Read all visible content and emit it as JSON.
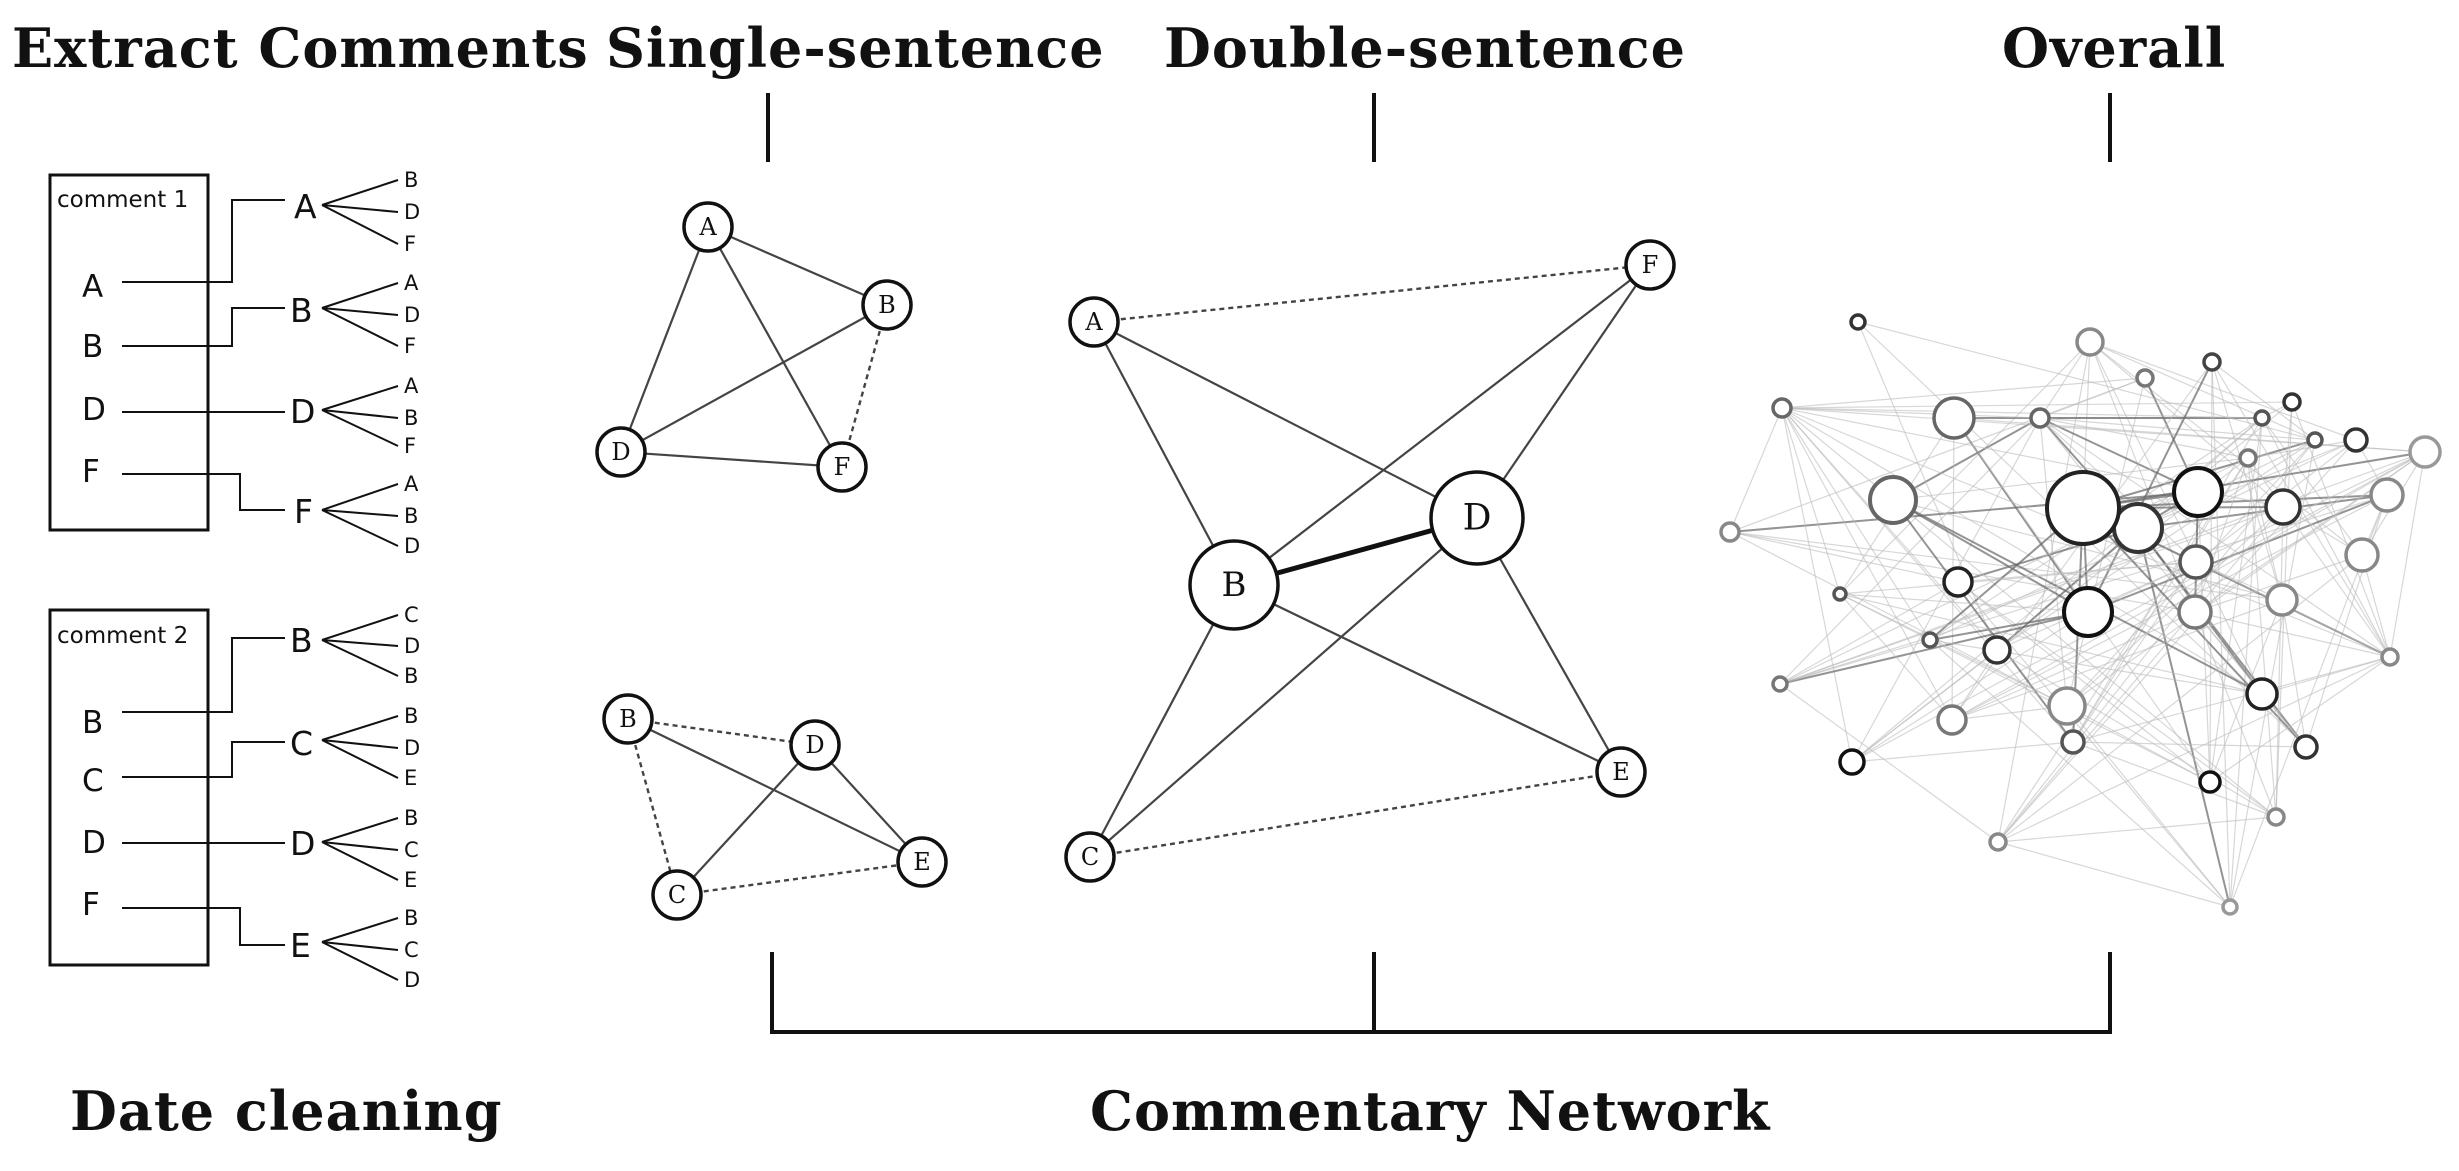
{
  "headings": {
    "extract": "Extract Comments",
    "single": "Single-sentence",
    "double": "Double-sentence",
    "overall": "Overall",
    "cleaning": "Date cleaning",
    "network": "Commentary Network"
  },
  "comments": [
    {
      "label": "comment 1",
      "items": [
        "A",
        "B",
        "D",
        "F"
      ],
      "pairs": [
        {
          "letter": "A",
          "leaves": [
            "B",
            "D",
            "F"
          ]
        },
        {
          "letter": "B",
          "leaves": [
            "A",
            "D",
            "F"
          ]
        },
        {
          "letter": "D",
          "leaves": [
            "A",
            "B",
            "F"
          ]
        },
        {
          "letter": "F",
          "leaves": [
            "A",
            "B",
            "D"
          ]
        }
      ]
    },
    {
      "label": "comment 2",
      "items": [
        "B",
        "C",
        "D",
        "F"
      ],
      "pairs": [
        {
          "letter": "B",
          "leaves": [
            "C",
            "D",
            "B"
          ]
        },
        {
          "letter": "C",
          "leaves": [
            "B",
            "D",
            "E"
          ]
        },
        {
          "letter": "D",
          "leaves": [
            "B",
            "C",
            "E"
          ]
        },
        {
          "letter": "E",
          "leaves": [
            "B",
            "C",
            "D"
          ]
        }
      ]
    }
  ],
  "single_graph_1": {
    "nodes": [
      "A",
      "B",
      "D",
      "F"
    ],
    "edges": [
      [
        "A",
        "B",
        "solid"
      ],
      [
        "A",
        "D",
        "solid"
      ],
      [
        "A",
        "F",
        "solid"
      ],
      [
        "D",
        "B",
        "solid"
      ],
      [
        "D",
        "F",
        "solid"
      ],
      [
        "B",
        "F",
        "dashed"
      ]
    ]
  },
  "single_graph_2": {
    "nodes": [
      "B",
      "D",
      "C",
      "E"
    ],
    "edges": [
      [
        "B",
        "D",
        "dashed"
      ],
      [
        "B",
        "C",
        "dashed"
      ],
      [
        "B",
        "E",
        "solid"
      ],
      [
        "D",
        "C",
        "solid"
      ],
      [
        "D",
        "E",
        "solid"
      ],
      [
        "C",
        "E",
        "dashed"
      ]
    ]
  },
  "double_graph": {
    "nodes": [
      "A",
      "F",
      "B",
      "D",
      "C",
      "E"
    ],
    "edges": [
      [
        "A",
        "F",
        "dashed"
      ],
      [
        "A",
        "B",
        "solid"
      ],
      [
        "A",
        "D",
        "solid"
      ],
      [
        "F",
        "B",
        "solid"
      ],
      [
        "F",
        "D",
        "solid"
      ],
      [
        "B",
        "D",
        "bold"
      ],
      [
        "B",
        "E",
        "solid"
      ],
      [
        "D",
        "C",
        "solid"
      ],
      [
        "D",
        "E",
        "solid"
      ],
      [
        "C",
        "B",
        "solid"
      ],
      [
        "C",
        "E",
        "dashed"
      ]
    ]
  }
}
